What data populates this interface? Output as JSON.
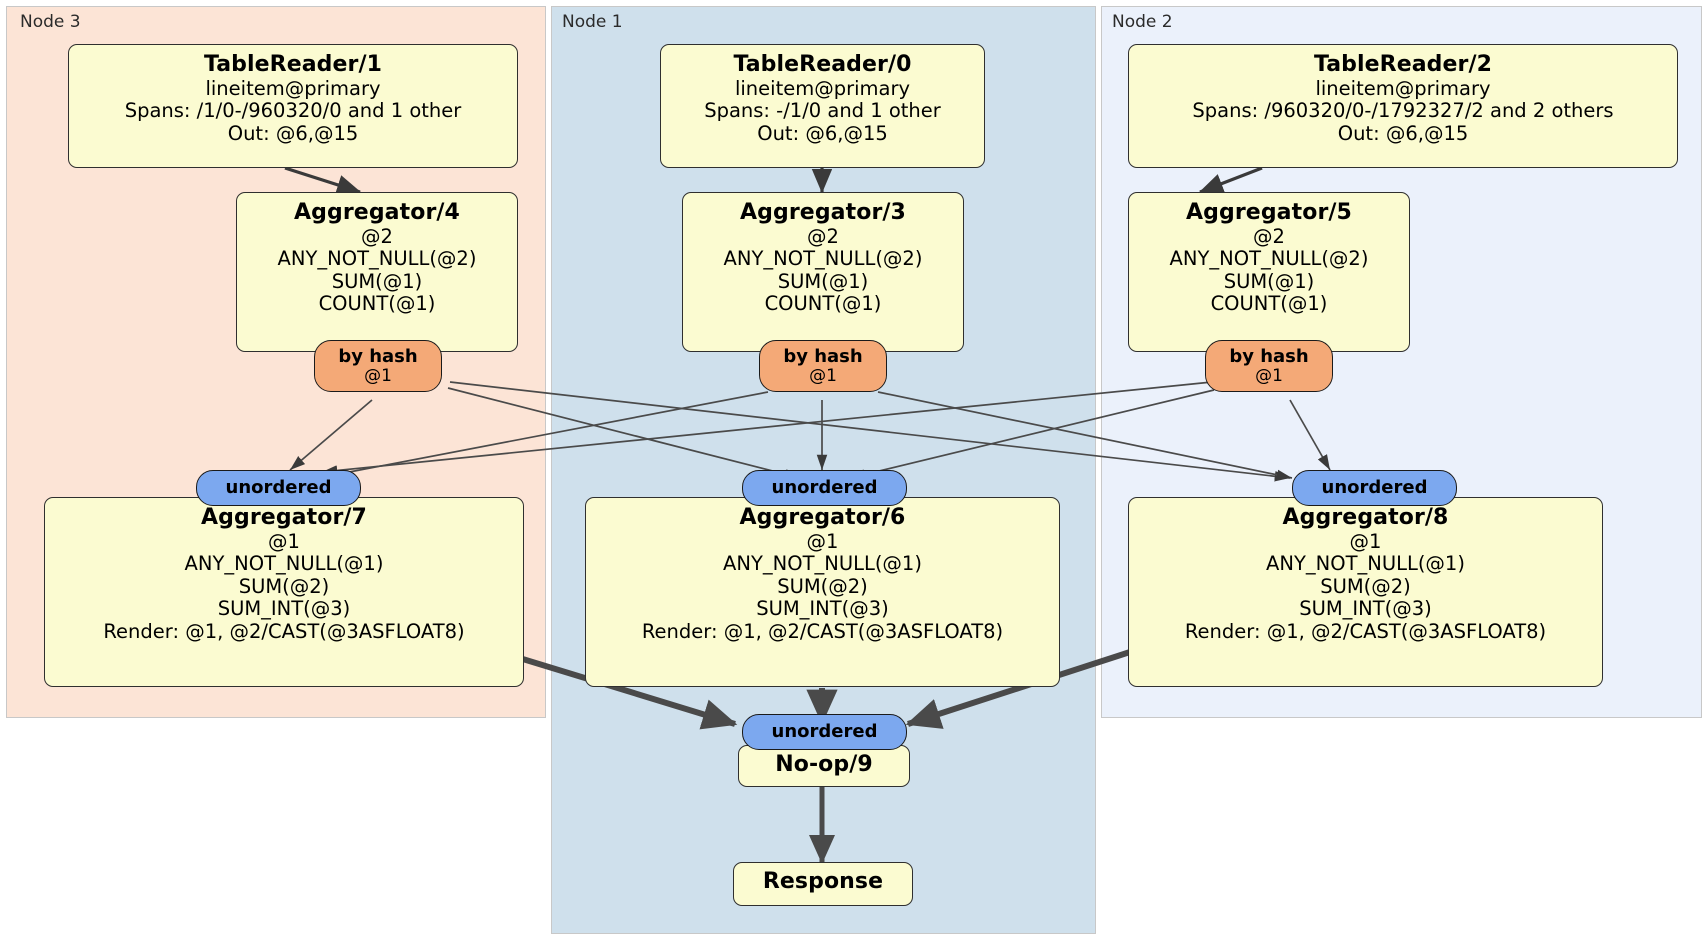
{
  "diagram": {
    "type": "distributed-query-execution-plan",
    "title": "",
    "colors": {
      "node3_bg": "#fce4d6",
      "node1_bg": "#cfe0ec",
      "node2_bg": "#ebf1fb",
      "processor_box": "#fbfbd1",
      "hash_router": "#f4a977",
      "unordered_router": "#7ca8ef",
      "edge": "#3a3a3a"
    }
  },
  "regions": [
    {
      "id": "node3",
      "label": "Node 3"
    },
    {
      "id": "node1",
      "label": "Node 1"
    },
    {
      "id": "node2",
      "label": "Node 2"
    }
  ],
  "processors": {
    "table_reader_1": {
      "title": "TableReader/1",
      "lines": [
        "lineitem@primary",
        "Spans: /1/0-/960320/0 and 1 other",
        "Out: @6,@15"
      ]
    },
    "table_reader_0": {
      "title": "TableReader/0",
      "lines": [
        "lineitem@primary",
        "Spans: -/1/0 and 1 other",
        "Out: @6,@15"
      ]
    },
    "table_reader_2": {
      "title": "TableReader/2",
      "lines": [
        "lineitem@primary",
        "Spans: /960320/0-/1792327/2 and 2 others",
        "Out: @6,@15"
      ]
    },
    "aggregator_4": {
      "title": "Aggregator/4",
      "lines": [
        "@2",
        "ANY_NOT_NULL(@2)",
        "SUM(@1)",
        "COUNT(@1)"
      ]
    },
    "aggregator_3": {
      "title": "Aggregator/3",
      "lines": [
        "@2",
        "ANY_NOT_NULL(@2)",
        "SUM(@1)",
        "COUNT(@1)"
      ]
    },
    "aggregator_5": {
      "title": "Aggregator/5",
      "lines": [
        "@2",
        "ANY_NOT_NULL(@2)",
        "SUM(@1)",
        "COUNT(@1)"
      ]
    },
    "aggregator_7": {
      "title": "Aggregator/7",
      "lines": [
        "@1",
        "ANY_NOT_NULL(@1)",
        "SUM(@2)",
        "SUM_INT(@3)",
        "Render: @1, @2/CAST(@3ASFLOAT8)"
      ]
    },
    "aggregator_6": {
      "title": "Aggregator/6",
      "lines": [
        "@1",
        "ANY_NOT_NULL(@1)",
        "SUM(@2)",
        "SUM_INT(@3)",
        "Render: @1, @2/CAST(@3ASFLOAT8)"
      ]
    },
    "aggregator_8": {
      "title": "Aggregator/8",
      "lines": [
        "@1",
        "ANY_NOT_NULL(@1)",
        "SUM(@2)",
        "SUM_INT(@3)",
        "Render: @1, @2/CAST(@3ASFLOAT8)"
      ]
    },
    "no_op_9": {
      "title": "No-op/9",
      "lines": []
    },
    "response": {
      "title": "Response",
      "lines": []
    }
  },
  "routers": {
    "hash_4": {
      "kind": "by hash",
      "label": "by hash",
      "column": "@1"
    },
    "hash_3": {
      "kind": "by hash",
      "label": "by hash",
      "column": "@1"
    },
    "hash_5": {
      "kind": "by hash",
      "label": "by hash",
      "column": "@1"
    },
    "unord_7": {
      "kind": "unordered",
      "label": "unordered",
      "column": ""
    },
    "unord_6": {
      "kind": "unordered",
      "label": "unordered",
      "column": ""
    },
    "unord_8": {
      "kind": "unordered",
      "label": "unordered",
      "column": ""
    },
    "unord_final": {
      "kind": "unordered",
      "label": "unordered",
      "column": ""
    }
  }
}
